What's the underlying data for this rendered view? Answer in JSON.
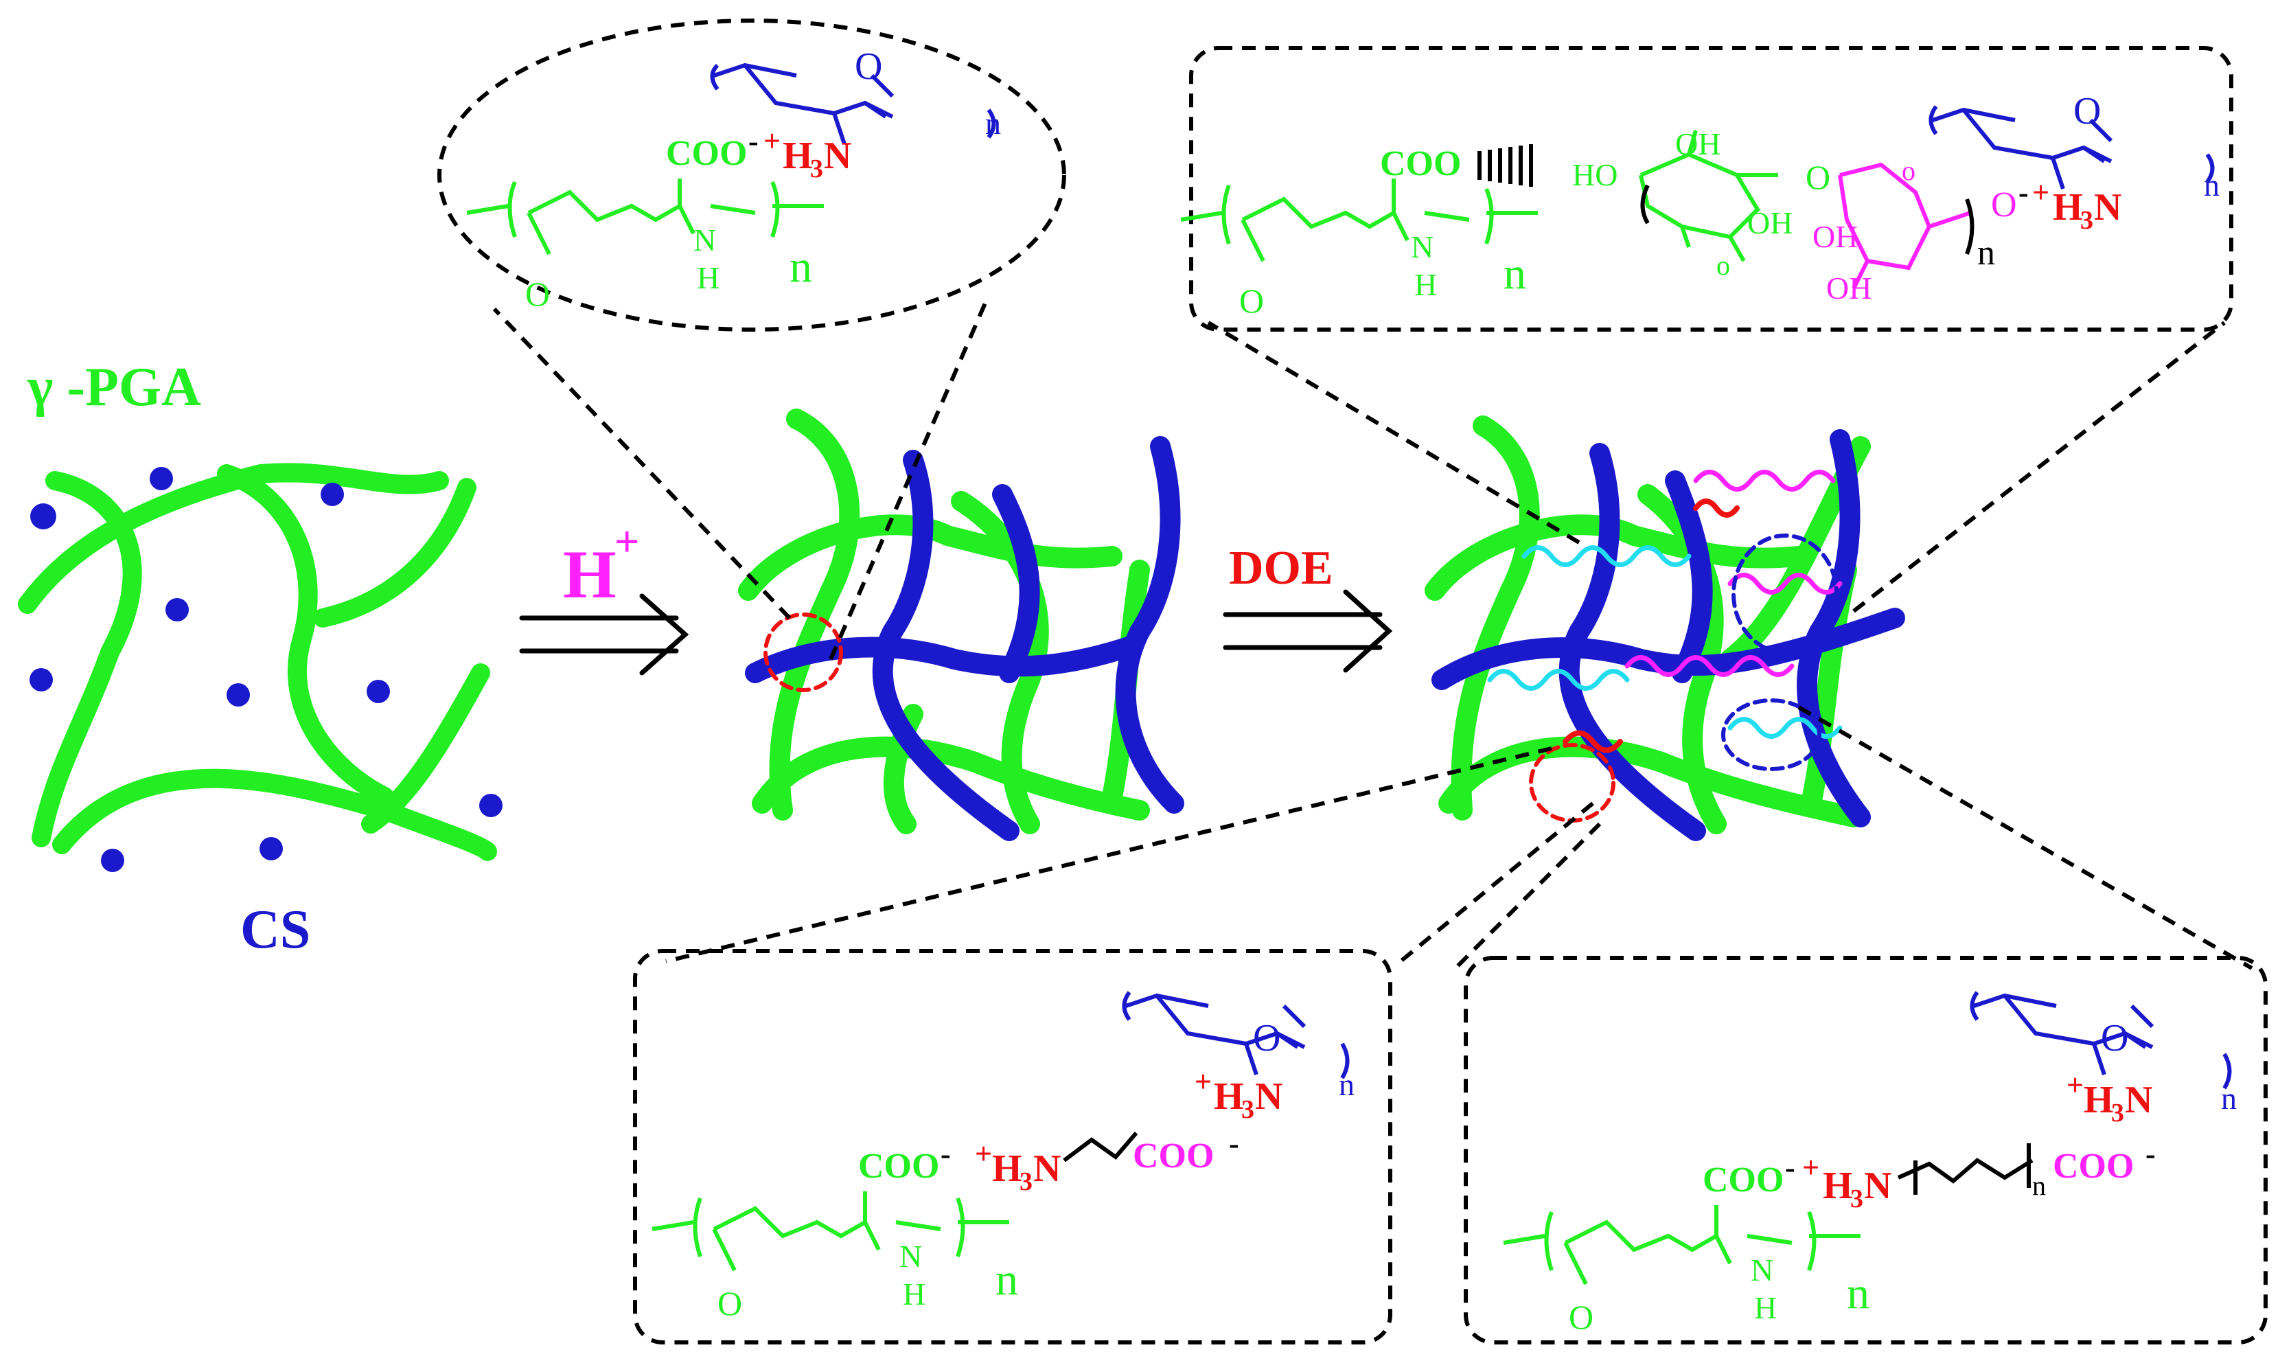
{
  "colors": {
    "pga": "#22ee22",
    "cs": "#1a1acc",
    "acid": "#ff22ff",
    "amine": "#ee1111",
    "crosslink_cyan": "#22ddee",
    "crosslink_magenta": "#ff22ff",
    "black": "#000000"
  },
  "labels": {
    "pga": "γ -PGA",
    "cs": "CS",
    "acid_step": "H",
    "acid_step_sup": "+",
    "doe_step": "DOE"
  },
  "chem": {
    "coo": "COO",
    "coo_minus": "COO",
    "minus": "-",
    "plus": "+",
    "h3n": "H",
    "h3n_sub": "3",
    "h3n_n": "N",
    "o": "O",
    "n_sub": "n",
    "nh_n": "N",
    "nh_h": "H",
    "ho": "HO",
    "oh": "OH",
    "o_small": "o",
    "o_minus": "O",
    "coo_hash": "COO"
  },
  "icons": {
    "arrow1": "double-arrow-right-icon",
    "arrow2": "double-arrow-right-icon"
  }
}
